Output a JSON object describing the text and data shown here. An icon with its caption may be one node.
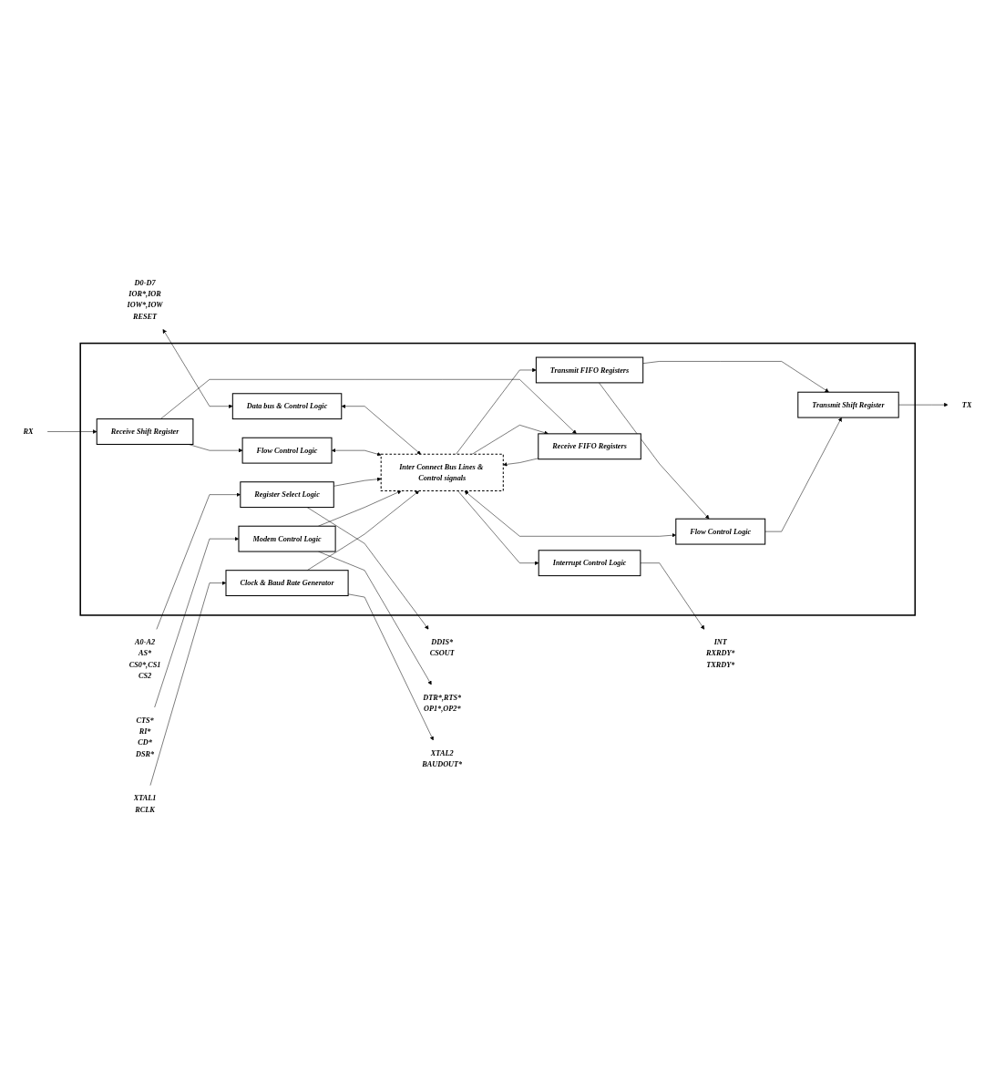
{
  "diagram": {
    "nodes": [
      {
        "text": [],
        "shape": "box"
      },
      {
        "text": [
          "D0-D7",
          "IOR*,IOR",
          "IOW*,IOW",
          "RESET"
        ]
      },
      {
        "text": [
          "Data bus & Control Logic"
        ],
        "in": 0
      },
      {
        "text": [
          "Inter Connect Bus Lines & Control signals"
        ],
        "in": 0
      },
      {
        "text": [
          "Transmit FIFO Registers"
        ],
        "in": 0
      },
      {
        "text": [
          "Transmit Shift Register"
        ],
        "in": 0
      },
      {
        "text": [
          "TX"
        ]
      },
      {
        "text": [
          "Flow Control Logic"
        ],
        "in": 0
      },
      {
        "text": [
          "Receive FIFO Registers"
        ],
        "in": 0
      },
      {
        "text": [
          "Receive Shift Register"
        ],
        "in": 0
      },
      {
        "text": [
          "RX"
        ]
      },
      {
        "text": [
          "Flow Control Logic"
        ],
        "in": 0
      },
      {
        "text": [
          "A0-A2",
          "AS*",
          "CS0*,CS1",
          "CS2"
        ]
      },
      {
        "text": [
          "Register Select Logic"
        ],
        "in": 0
      },
      {
        "text": [
          "DDIS*",
          "CSOUT"
        ]
      },
      {
        "text": [
          "Modem Control Logic"
        ],
        "in": 0
      },
      {
        "text": [
          "DTR*,RTS*",
          "OP1*,OP2*"
        ]
      },
      {
        "text": [
          "CTS*",
          "RI*",
          "CD*",
          "DSR*"
        ]
      },
      {
        "text": [
          "INT",
          "RXRDY*",
          "TXRDY*"
        ]
      },
      {
        "text": [
          "Interrupt Control Logic"
        ],
        "in": 0
      },
      {
        "text": [
          "Clock & Baud Rate Generator"
        ],
        "in": 0
      },
      {
        "text": [
          "XTAL1",
          "RCLK"
        ]
      },
      {
        "text": [
          "XTAL2",
          "BAUDOUT*"
        ]
      }
    ],
    "edges": [
      {
        "from": 1,
        "to": 2,
        "arrow": "both"
      },
      {
        "from": 2,
        "to": 3,
        "arrow": "both"
      },
      {
        "from": 3,
        "to": 4,
        "arrow": "to"
      },
      {
        "from": 4,
        "to": 5,
        "arrow": "to"
      },
      {
        "from": 5,
        "to": 6,
        "arrow": "to"
      },
      {
        "from": 4,
        "to": 7,
        "arrow": "to"
      },
      {
        "from": 7,
        "to": 5,
        "arrow": "to"
      },
      {
        "from": 3,
        "to": 7,
        "arrow": "both"
      },
      {
        "from": 9,
        "to": 8,
        "arrow": "to"
      },
      {
        "from": 8,
        "to": 3,
        "arrow": "to"
      },
      {
        "from": 10,
        "to": 9,
        "arrow": "to"
      },
      {
        "from": 9,
        "to": 11,
        "arrow": "to"
      },
      {
        "from": 3,
        "to": 11,
        "arrow": "both"
      },
      {
        "from": 3,
        "to": 8,
        "arrow": "to"
      },
      {
        "from": 12,
        "to": 13,
        "arrow": "to"
      },
      {
        "from": 13,
        "to": 3,
        "arrow": "to"
      },
      {
        "from": 13,
        "to": 14,
        "arrow": "to"
      },
      {
        "from": 15,
        "to": 3,
        "arrow": "to"
      },
      {
        "from": 15,
        "to": 16,
        "arrow": "to"
      },
      {
        "from": 17,
        "to": 15,
        "arrow": "to"
      },
      {
        "from": 3,
        "to": 19,
        "arrow": "to"
      },
      {
        "from": 19,
        "to": 18,
        "arrow": "to"
      },
      {
        "from": 20,
        "to": 3,
        "arrow": "to"
      },
      {
        "from": 21,
        "to": 20,
        "arrow": "to"
      },
      {
        "from": 20,
        "to": 22,
        "arrow": "to"
      }
    ]
  }
}
